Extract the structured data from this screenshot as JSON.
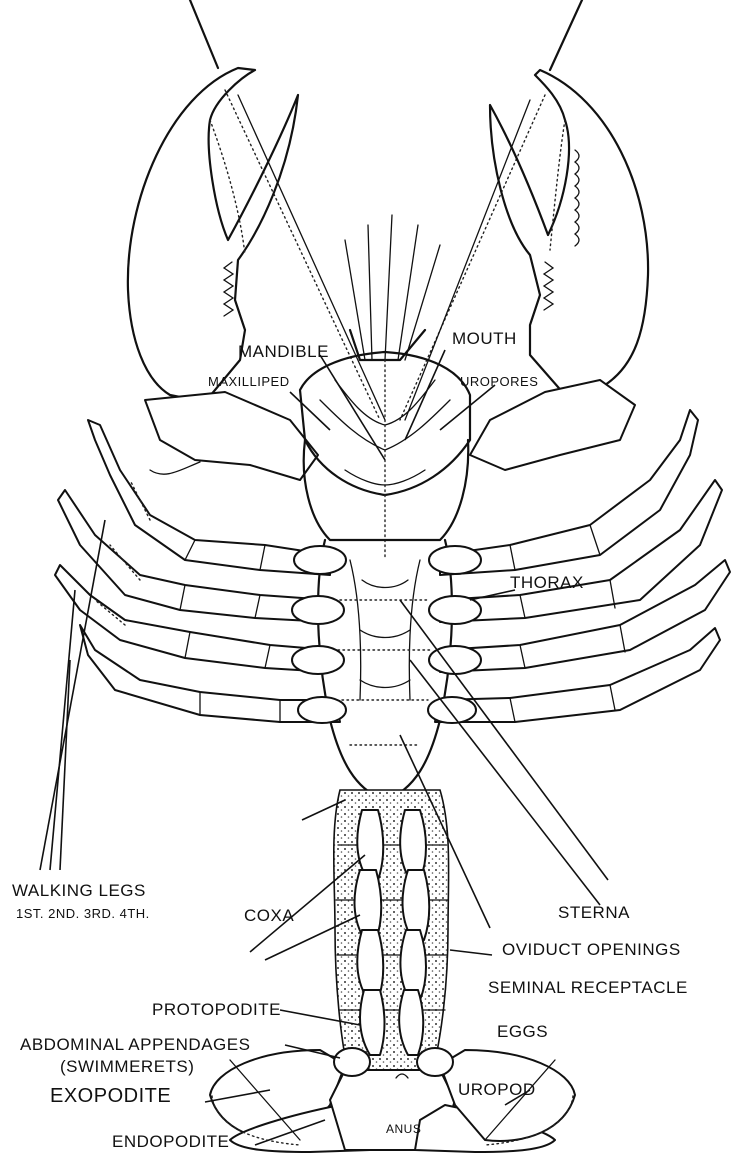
{
  "labels": {
    "mandible": "MANDIBLE",
    "mouth": "MOUTH",
    "maxilliped": "MAXILLIPED",
    "uropores": "UROPORES",
    "thorax": "THORAX",
    "walking_legs": "WALKING LEGS",
    "walking_legs_order": "1ST. 2ND. 3RD. 4TH.",
    "coxa": "COXA",
    "sterna": "STERNA",
    "oviduct_openings": "OVIDUCT OPENINGS",
    "seminal_receptacle": "SEMINAL RECEPTACLE",
    "abdominal_appendages": "ABDOMINAL APPENDAGES",
    "swimmerets": "(SWIMMERETS)",
    "eggs": "EGGS",
    "protopodite": "PROTOPODITE",
    "exopodite": "EXOPODITE",
    "uropod": "UROPOD",
    "anus": "ANUS",
    "endopodite": "ENDOPODITE"
  }
}
